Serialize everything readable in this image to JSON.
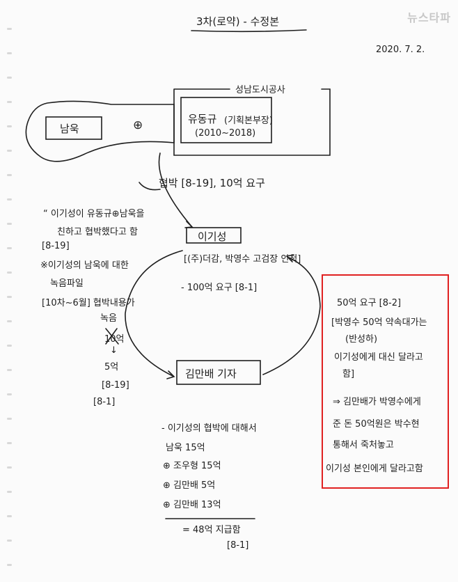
{
  "watermark": "뉴스타파",
  "title": "3차(로약) - 수정본",
  "date": "2020. 7. 2.",
  "top_diagram": {
    "org_label": "성남도시공사",
    "left_name": "남욱",
    "plus": "⊕",
    "right_name": "유동규",
    "right_role": "(기획본부장)",
    "right_years": "(2010~2018)"
  },
  "threat_arrow": "협박 [8-19], 10억 요구",
  "left_notes": {
    "quote1": "“ 이기성이 유동규⊕남욱을",
    "quote2": "친하고 협박했다고 함",
    "ref1": "[8-19]",
    "line3": "※이기성의 남욱에 대한",
    "line4": "녹음파일",
    "line5": "[10차~6월] 협박내용가",
    "line6": "녹음",
    "crossed": "10억",
    "arrow": "↓",
    "amount": "5억",
    "ref2": "[8-19]",
    "ref3": "[8-1]"
  },
  "center_node": {
    "name": "이기성",
    "desc": "[(주)더감, 박영수 고검장 인척]"
  },
  "center_demand": "- 100억 요구 [8-1]",
  "bottom_node": "김만배 기자",
  "bottom_notes": {
    "line1": "- 이기성의 협박에 대해서",
    "line2": "남욱 15억",
    "line3": "⊕ 조우형 15억",
    "line4": "⊕ 김만배 5억",
    "line5": "⊕ 김만배 13억",
    "total": "= 48억 지급함",
    "ref": "[8-1]"
  },
  "red_box": {
    "line1": "50억 요구 [8-2]",
    "line2": "[박영수 50억 약속대가는",
    "line3": "(반성하)",
    "line4": "이기성에게 대신 달라고",
    "line5": "함]",
    "line6": "⇒ 김만배가 박영수에게",
    "line7": "준 돈 50억원은 박수현",
    "line8": "통해서 죽처놓고",
    "line9": "이기성 본인에게 달라고함"
  },
  "colors": {
    "ink": "#1e1e1e",
    "highlight_box": "#e02020",
    "paper": "#fbfbfb"
  }
}
